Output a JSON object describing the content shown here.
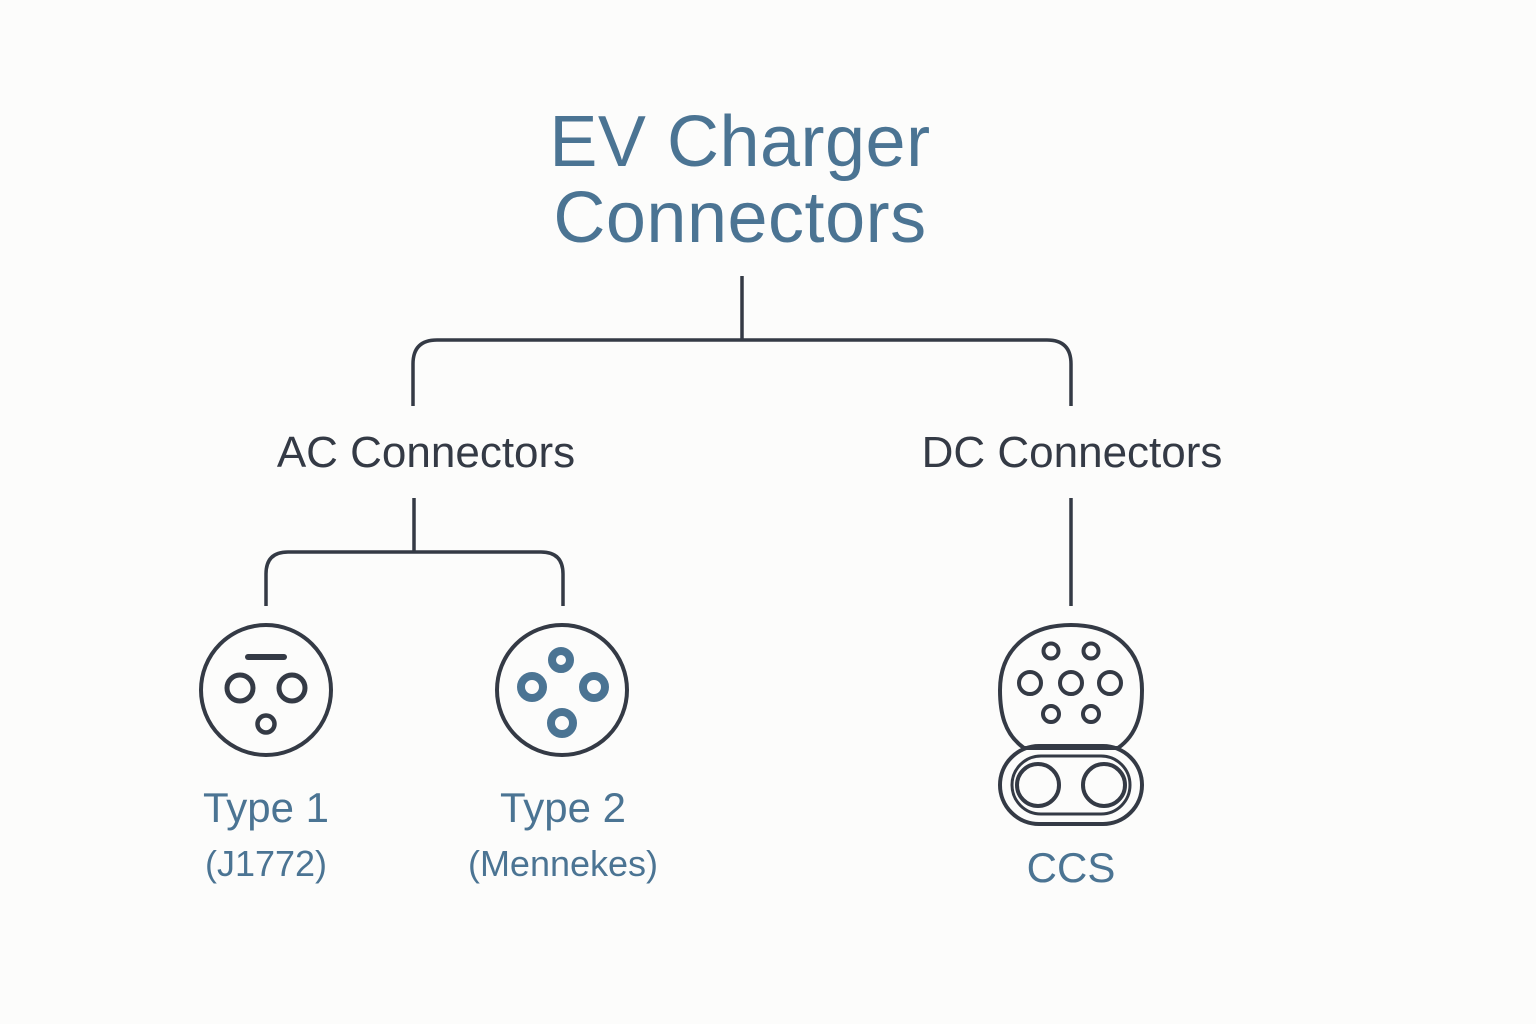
{
  "diagram": {
    "title_line1": "EV Charger",
    "title_line2": "Connectors",
    "branches": [
      {
        "label": "AC Connectors",
        "children": [
          {
            "name": "Type 1",
            "subtitle": "(J1772)",
            "icon": "type1-connector-icon"
          },
          {
            "name": "Type 2",
            "subtitle": "(Mennekes)",
            "icon": "type2-connector-icon"
          }
        ]
      },
      {
        "label": "DC Connectors",
        "children": [
          {
            "name": "CCS",
            "icon": "ccs-connector-icon"
          }
        ]
      }
    ]
  },
  "colors": {
    "accent": "#4b7493",
    "line": "#343a45",
    "background": "#fcfcfb"
  }
}
